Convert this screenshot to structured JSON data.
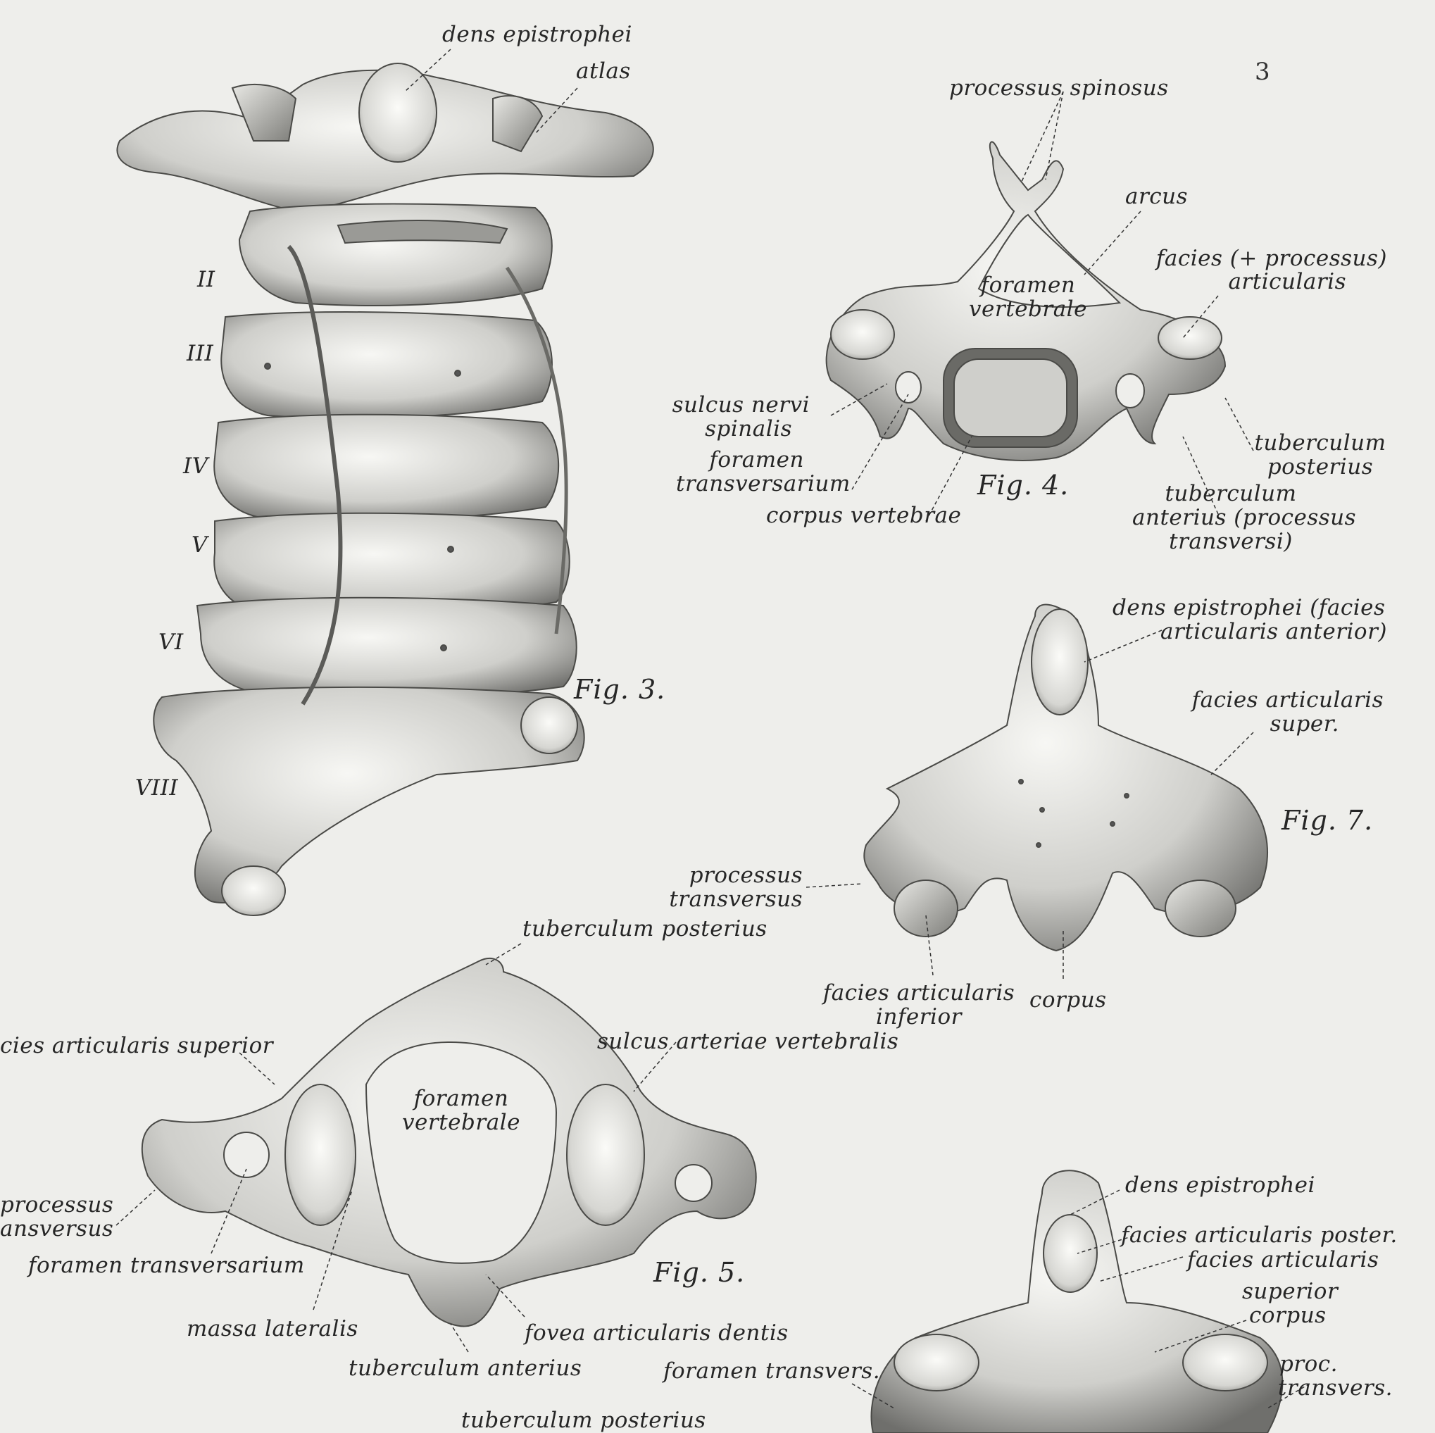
{
  "page_number": "3",
  "fig3": {
    "caption": "Fig. 3.",
    "dens": "dens epistrophei",
    "atlas": "atlas",
    "vert_numerals": [
      "II",
      "III",
      "IV",
      "V",
      "VI",
      "VIII"
    ]
  },
  "fig4": {
    "caption": "Fig. 4.",
    "processus_spinosus": "processus spinosus",
    "arcus": "arcus",
    "facies_line1": "facies (+ processus)",
    "facies_line2": "articularis",
    "foramen_line1": "foramen",
    "foramen_line2": "vertebrale",
    "sulcus_line1": "sulcus nervi",
    "sulcus_line2": "spinalis",
    "foramen_tr_line1": "foramen",
    "foramen_tr_line2": "transversarium",
    "corpus": "corpus vertebrae",
    "tub_post_line1": "tuberculum",
    "tub_post_line2": "posterius",
    "tub_ant_line1": "tuberculum",
    "tub_ant_line2": "anterius (processus",
    "tub_ant_line3": "transversi)"
  },
  "fig7": {
    "caption": "Fig. 7.",
    "dens_line1": "dens epistrophei (facies",
    "dens_line2": "articularis anterior)",
    "facies_sup_line1": "facies articularis",
    "facies_sup_line2": "super.",
    "proc_tr_line1": "processus",
    "proc_tr_line2": "transversus",
    "facies_inf_line1": "facies articularis",
    "facies_inf_line2": "inferior",
    "corpus": "corpus"
  },
  "fig5": {
    "caption": "Fig. 5.",
    "tub_post": "tuberculum posterius",
    "facies_sup": "cies articularis superior",
    "sulcus": "sulcus arteriae vertebralis",
    "foramen_line1": "foramen",
    "foramen_line2": "vertebrale",
    "proc_line1": "processus",
    "proc_line2": "ansversus",
    "foramen_tr": "foramen transversarium",
    "massa": "massa lateralis",
    "fovea": "fovea articularis dentis",
    "tub_ant": "tuberculum anterius",
    "tub_post_bottom": "tuberculum posterius"
  },
  "fig8": {
    "dens": "dens epistrophei",
    "facies_poster": "facies articularis poster.",
    "facies_art": "facies articularis",
    "superior": "superior",
    "corpus": "corpus",
    "foramen_tr": "foramen transvers.",
    "proc_line1": "proc.",
    "proc_line2": "transvers."
  }
}
